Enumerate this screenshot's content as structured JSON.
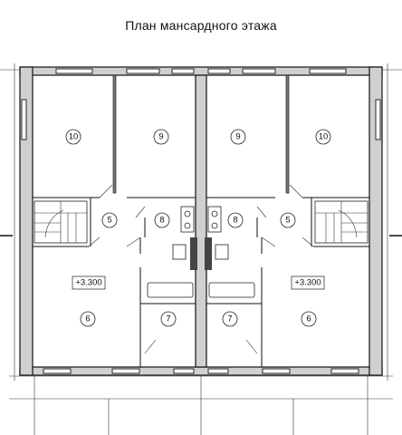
{
  "title": "План мансардного этажа",
  "rooms": [
    {
      "id": "r10a",
      "label": "10"
    },
    {
      "id": "r9a",
      "label": "9"
    },
    {
      "id": "r9b",
      "label": "9"
    },
    {
      "id": "r10b",
      "label": "10"
    },
    {
      "id": "r5a",
      "label": "5"
    },
    {
      "id": "r8a",
      "label": "8"
    },
    {
      "id": "r8b",
      "label": "8"
    },
    {
      "id": "r5b",
      "label": "5"
    },
    {
      "id": "r6a",
      "label": "6"
    },
    {
      "id": "r7a",
      "label": "7"
    },
    {
      "id": "r7b",
      "label": "7"
    },
    {
      "id": "r6b",
      "label": "6"
    }
  ],
  "levels": [
    {
      "id": "lvl-left",
      "label": "+3.300"
    },
    {
      "id": "lvl-right",
      "label": "+3.300"
    }
  ]
}
